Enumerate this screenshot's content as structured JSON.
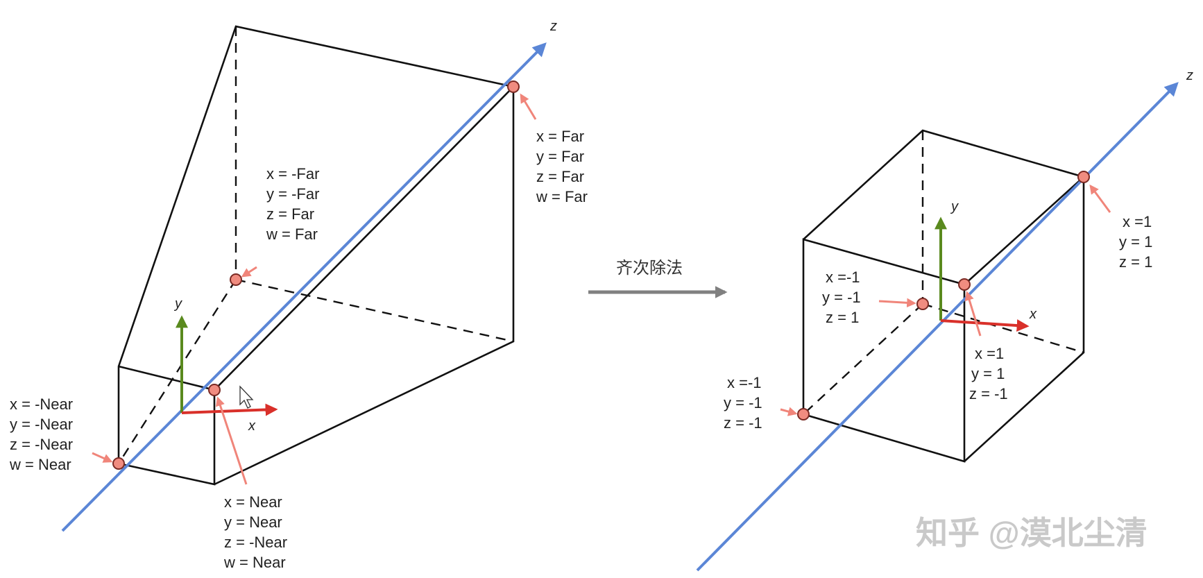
{
  "transform_label": "齐次除法",
  "watermark": "知乎 @漠北尘清",
  "axes": {
    "x": "x",
    "y": "y",
    "z": "z"
  },
  "frustum": {
    "near_bottom_left": [
      "x  = -Near",
      "y  = -Near",
      "z  = -Near",
      "w  = Near"
    ],
    "near_top_right": [
      "x  = Near",
      "y  = Near",
      "z  = -Near",
      "w  = Near"
    ],
    "far_bottom_left": [
      "x  = -Far",
      "y  = -Far",
      "z  = Far",
      "w  = Far"
    ],
    "far_top_right": [
      "x  = Far",
      "y  = Far",
      "z  = Far",
      "w  = Far"
    ]
  },
  "cube": {
    "near_bottom_left": [
      "x =-1",
      "y = -1",
      "z = -1"
    ],
    "near_top_right": [
      "x =1",
      "y = 1",
      "z = -1"
    ],
    "far_bottom_left": [
      "x =-1",
      "y = -1",
      "z = 1"
    ],
    "far_top_right": [
      "x =1",
      "y = 1",
      "z = 1"
    ]
  },
  "colors": {
    "z_axis": "#5b86d6",
    "x_axis": "#d9302a",
    "y_axis": "#5a8a1e",
    "vertex": "#f08c80",
    "transform_arrow": "#808080"
  }
}
